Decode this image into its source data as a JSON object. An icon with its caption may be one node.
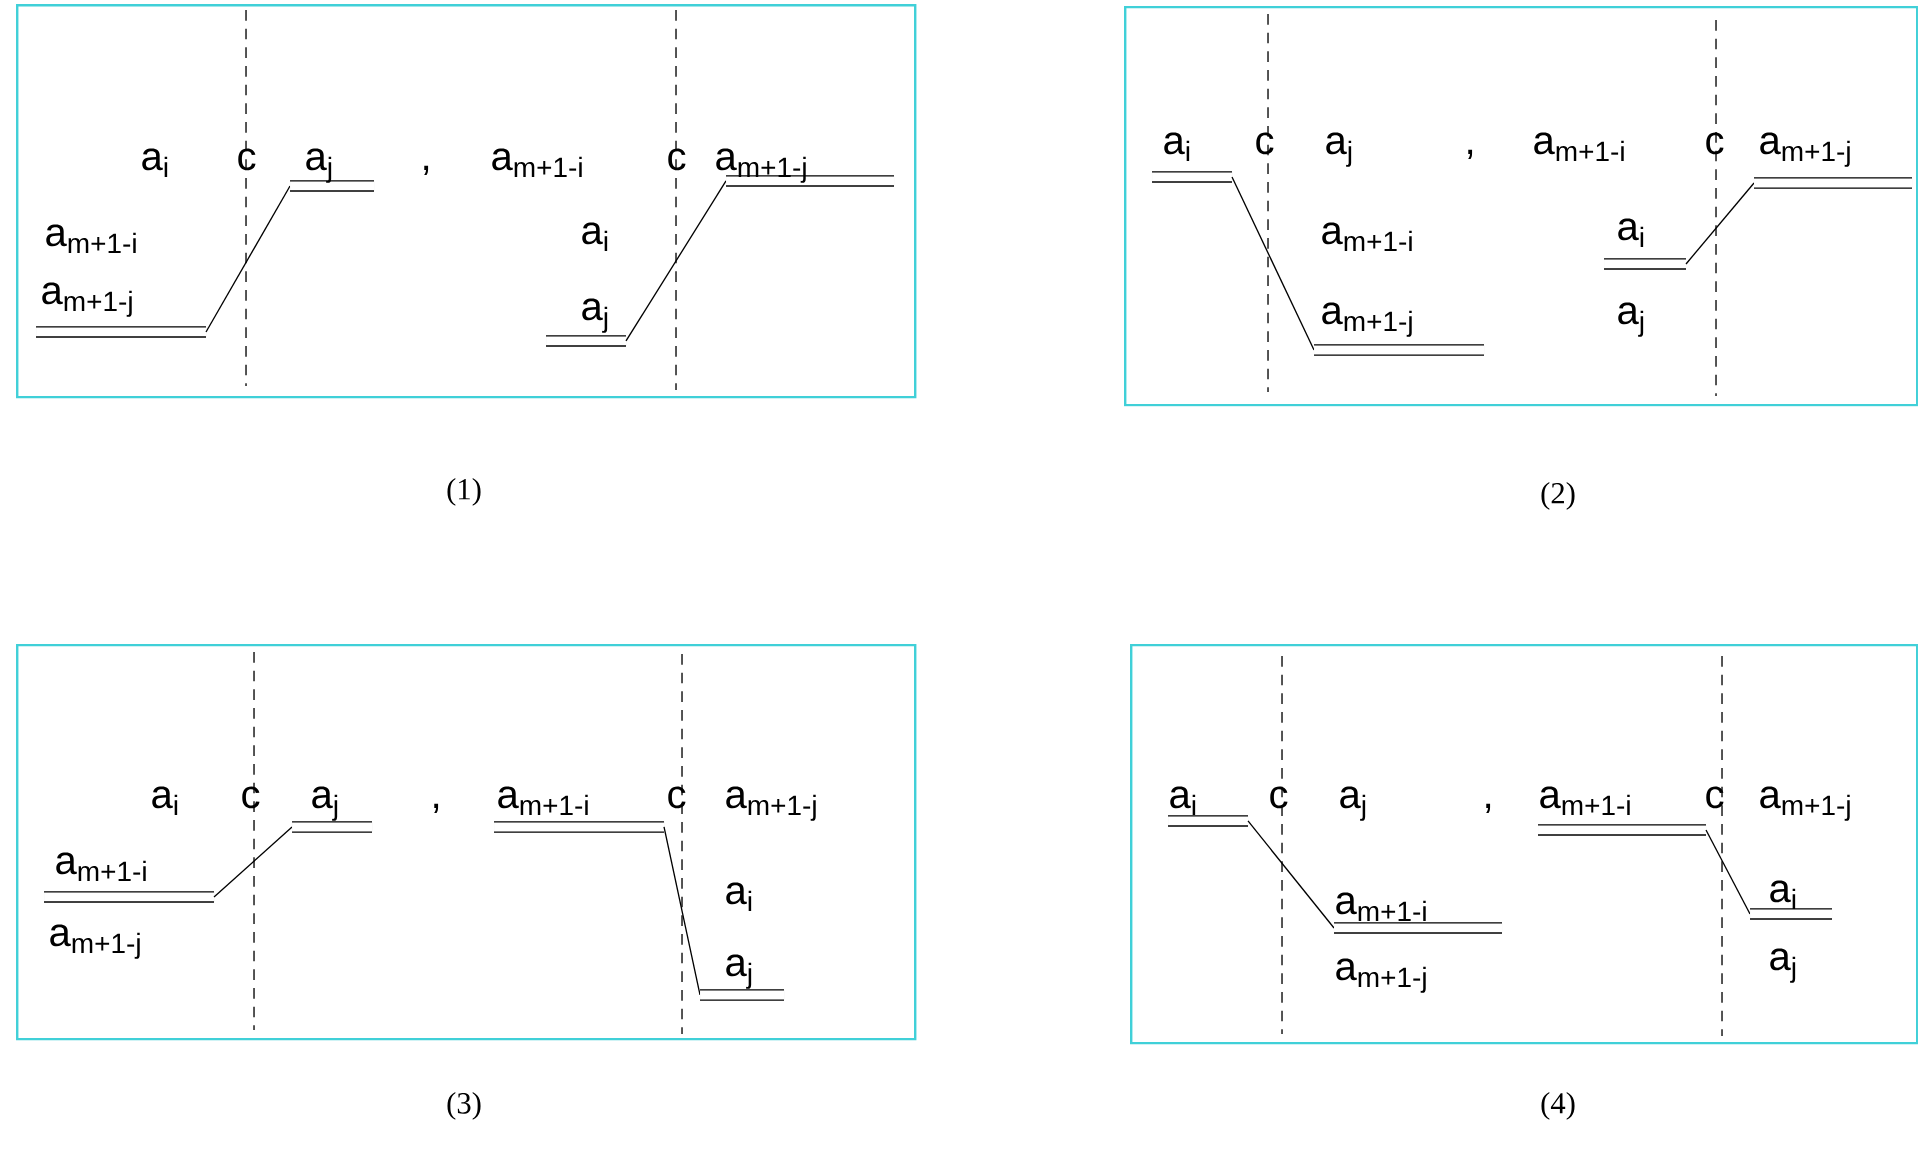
{
  "diagram": {
    "nodes": [
      {
        "text": [
          "a$_{i}$",
          "c",
          "a$_{j}$",
          ",",
          "a$_{m+1-i}$",
          "c",
          "a$_{m+1-j}$",
          "a$_{m+1-i}$",
          "a$_{i}$",
          "a$_{m+1-j}$",
          "a$_{j}$"
        ],
        "beside": [
          "(1)"
        ]
      },
      {
        "text": [
          "a$_{i}$",
          "c",
          "a$_{j}$",
          ",",
          "a$_{m+1-i}$",
          "c",
          "a$_{m+1-j}$",
          "a$_{m+1-i}$",
          "a$_{i}$",
          "a$_{m+1-j}$",
          "a$_{j}$"
        ],
        "beside": [
          "(2)"
        ]
      },
      {
        "text": [
          "a$_{i}$",
          "c",
          "a$_{j}$",
          ",",
          "a$_{m+1-i}$",
          "c",
          "a$_{m+1-j}$",
          "a$_{m+1-i}$",
          "a$_{i}$",
          "a$_{m+1-j}$",
          "a$_{j}$"
        ],
        "beside": [
          "(3)"
        ]
      },
      {
        "text": [
          "a$_{i}$",
          "c",
          "a$_{j}$",
          ",",
          "a$_{m+1-i}$",
          "c",
          "a$_{m+1-j}$",
          "a$_{m+1-i}$",
          "a$_{i}$",
          "a$_{m+1-j}$",
          "a$_{j}$"
        ],
        "beside": [
          "(4)"
        ]
      }
    ]
  }
}
